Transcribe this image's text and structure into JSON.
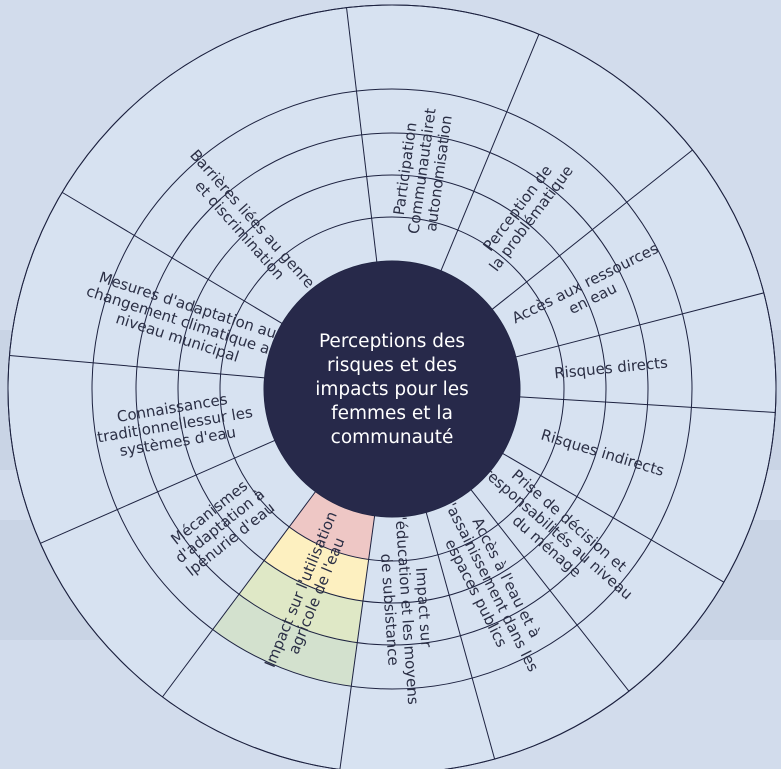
{
  "center": {
    "lines": [
      "Perceptions des",
      "risques et des",
      "impacts pour les",
      "femmes et la",
      "communauté"
    ],
    "fill": "#27294a",
    "text_color": "#ffffff"
  },
  "segments": [
    {
      "id": "participation",
      "lines": [
        "Participation",
        "Communautairet",
        "autonomisation"
      ]
    },
    {
      "id": "perception",
      "lines": [
        "Perception de",
        "la problématique"
      ]
    },
    {
      "id": "acces-ressources",
      "lines": [
        "Accès aux ressources",
        "en eau"
      ]
    },
    {
      "id": "risques-directs",
      "lines": [
        "Risques directs"
      ]
    },
    {
      "id": "risques-indirects",
      "lines": [
        "Risques indirects"
      ]
    },
    {
      "id": "prise-decision",
      "lines": [
        "Prise de décision et",
        "responsabilités au niveau",
        "du ménage"
      ]
    },
    {
      "id": "acces-eau",
      "lines": [
        "Accès à l'eau et à",
        "l'assainissement dans les",
        "espaces publics"
      ]
    },
    {
      "id": "impact-education",
      "lines": [
        "Impact sur",
        "l'éducation et les moyens",
        "de subsistance"
      ]
    },
    {
      "id": "impact-agricole",
      "lines": [
        "Impact sur l'utilisation",
        "agricole de l'eau"
      ],
      "ring_colors": [
        "#eec7c5",
        "#fdf0c0",
        "#dfe8c6",
        "#d3e1ce"
      ]
    },
    {
      "id": "mecanismes",
      "lines": [
        "Mécanismes",
        "d'adaptation à",
        "lpénurie d'eau"
      ]
    },
    {
      "id": "connaissances",
      "lines": [
        "Connaissances",
        "traditionnellessur les",
        "systèmes d'eau"
      ]
    },
    {
      "id": "mesures",
      "lines": [
        "Mesures d'adaptation au",
        "changement climatique au",
        "niveau municipal"
      ]
    },
    {
      "id": "barrieres",
      "lines": [
        "Barrières liées au genre",
        "et discrimination"
      ]
    }
  ],
  "colors": {
    "background": "#d2dcec",
    "wheel": "#d7e2f1",
    "lines": "#1d2240",
    "text": "#2b2f45"
  }
}
